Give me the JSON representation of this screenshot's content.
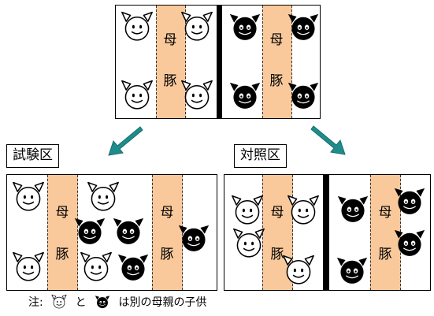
{
  "sow_label_top": "母",
  "sow_label_bottom": "豚",
  "labels": {
    "trial": "試験区",
    "control": "対照区"
  },
  "note": {
    "prefix": "注:",
    "connector": "と",
    "suffix": "は別の母親の子供"
  },
  "colors": {
    "sow_strip": "#f9c99b",
    "arrow": "#1f8c8c",
    "piglet_white": "#ffffff",
    "piglet_black": "#000000"
  },
  "icons": {
    "piglet_white": "white-piglet-icon",
    "piglet_black": "black-piglet-icon",
    "arrow": "teal-arrow-icon"
  }
}
